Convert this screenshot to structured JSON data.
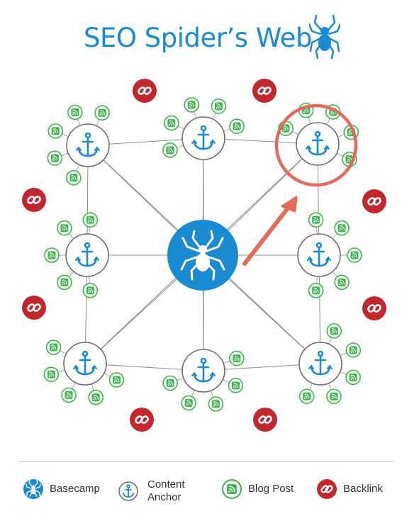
{
  "title": "SEO Spider’s Web",
  "colors": {
    "basecamp": "#1a8bd0",
    "anchor": "#1a8bd0",
    "blog_post": "#3db54a",
    "backlink": "#c1272d",
    "highlight": "#e46b5c",
    "lines": "#8c8c8c"
  },
  "icons": {
    "basecamp": "spider-icon",
    "content_anchor": "anchor-icon",
    "blog_post": "rss-icon",
    "backlink": "chain-link-icon"
  },
  "legend": [
    {
      "key": "basecamp",
      "label": "Basecamp"
    },
    {
      "key": "content_anchor",
      "label": "Content\nAnchor"
    },
    {
      "key": "blog_post",
      "label": "Blog Post"
    },
    {
      "key": "backlink",
      "label": "Backlink"
    }
  ]
}
